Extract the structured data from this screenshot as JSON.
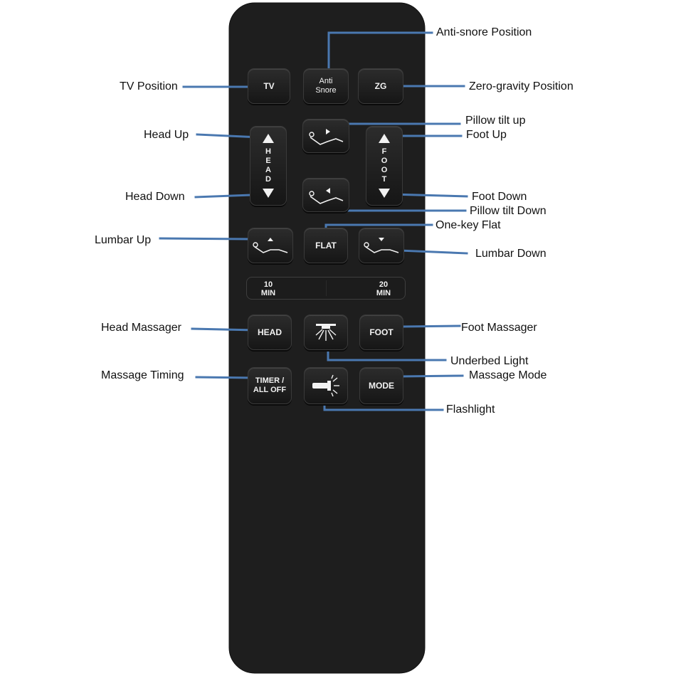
{
  "remote": {
    "body_color": "#1e1e1e",
    "button_color": "#222222",
    "button_text_color": "#f2f2f2",
    "leader_line_color": "#4a78b0",
    "buttons": {
      "tv": "TV",
      "anti_snore_line1": "Anti",
      "anti_snore_line2": "Snore",
      "zg": "ZG",
      "head_letters": [
        "H",
        "E",
        "A",
        "D"
      ],
      "foot_letters": [
        "F",
        "O",
        "O",
        "T"
      ],
      "flat": "FLAT",
      "head_massager": "HEAD",
      "foot_massager": "FOOT",
      "timer_line1": "TIMER /",
      "timer_line2": "ALL OFF",
      "mode": "MODE"
    },
    "timer_bar": {
      "left_line1": "10",
      "left_line2": "MIN",
      "right_line1": "20",
      "right_line2": "MIN"
    }
  },
  "callouts": {
    "anti_snore": "Anti-snore Position",
    "tv": "TV Position",
    "zero_gravity": "Zero-gravity Position",
    "head_up": "Head Up",
    "pillow_tilt_up": "Pillow tilt up",
    "foot_up": "Foot Up",
    "head_down": "Head Down",
    "foot_down": "Foot Down",
    "pillow_tilt_down": "Pillow tilt Down",
    "one_key_flat": "One-key Flat",
    "lumbar_up": "Lumbar Up",
    "lumbar_down": "Lumbar Down",
    "head_massager": "Head Massager",
    "foot_massager": "Foot Massager",
    "underbed_light": "Underbed Light",
    "massage_timing": "Massage Timing",
    "massage_mode": "Massage Mode",
    "flashlight": "Flashlight"
  }
}
